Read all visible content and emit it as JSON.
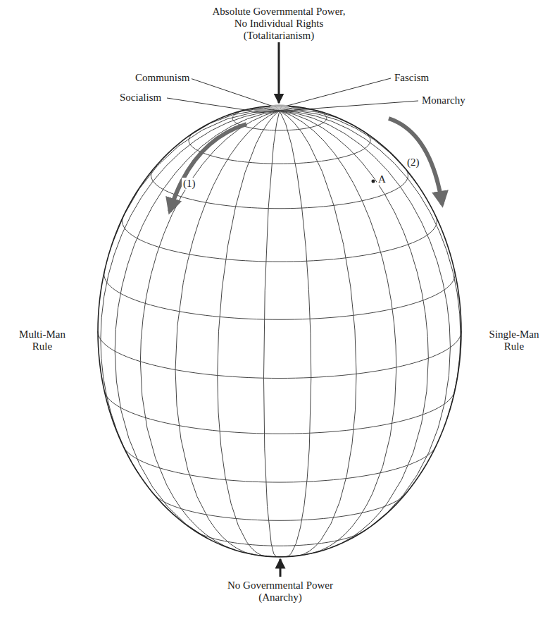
{
  "diagram": {
    "labels": [
      "Absolute Governmental Power, No Individual Rights (Totalitarianism)",
      "Communism",
      "Fascism",
      "Socialism",
      "Monarchy",
      "(2)",
      "(1)",
      "A",
      "Multi-Man Rule",
      "Single-Man Rule",
      "No Governmental Power (Anarchy)"
    ]
  }
}
